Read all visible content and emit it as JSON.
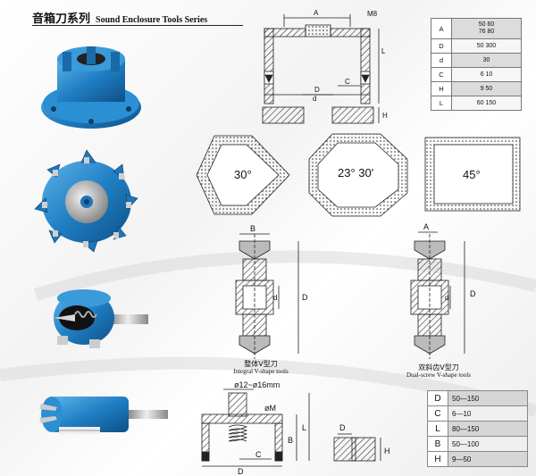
{
  "header": {
    "title_cn": "音箱刀系列",
    "title_en": "Sound Enclosure Tools Series"
  },
  "top_drawing": {
    "labels": {
      "a": "A",
      "m8": "M8",
      "d_small": "d",
      "l": "L",
      "c": "C",
      "d_big": "D",
      "h": "H"
    }
  },
  "spec_table_top": [
    {
      "key": "A",
      "value": "50  60\n76  80"
    },
    {
      "key": "D",
      "value": "50  300"
    },
    {
      "key": "d",
      "value": "30"
    },
    {
      "key": "C",
      "value": "6  10"
    },
    {
      "key": "H",
      "value": "9  50"
    },
    {
      "key": "L",
      "value": "60  150"
    }
  ],
  "angles": {
    "hexagon": "30°",
    "octagon": "23° 30'",
    "square": "45°"
  },
  "vshape": {
    "integral": {
      "label_b": "B",
      "label_d_small": "d",
      "label_d_big": "D",
      "caption_cn": "整体V型刀",
      "caption_en": "Integral V-shape tools"
    },
    "dual": {
      "label_a": "A",
      "label_d_small": "d",
      "label_d_big": "D",
      "caption_cn": "双斜齿V型刀",
      "caption_en": "Dual-screw V-shape tools"
    }
  },
  "bottom_drawing": {
    "diameter_label": "ø12~ø16mm",
    "labels": {
      "phi_m": "øM",
      "b": "B",
      "l": "L",
      "c": "C",
      "d_big": "D",
      "d_small": "D",
      "h": "H"
    }
  },
  "spec_table_bottom": [
    {
      "key": "D",
      "value": "50—150"
    },
    {
      "key": "C",
      "value": "6—10"
    },
    {
      "key": "L",
      "value": "80—150"
    },
    {
      "key": "B",
      "value": "50—100"
    },
    {
      "key": "H",
      "value": "9—50"
    }
  ],
  "colors": {
    "tool_blue": "#1f7fc4",
    "tool_blue_dark": "#0f4f86",
    "hatch": "#333333"
  }
}
